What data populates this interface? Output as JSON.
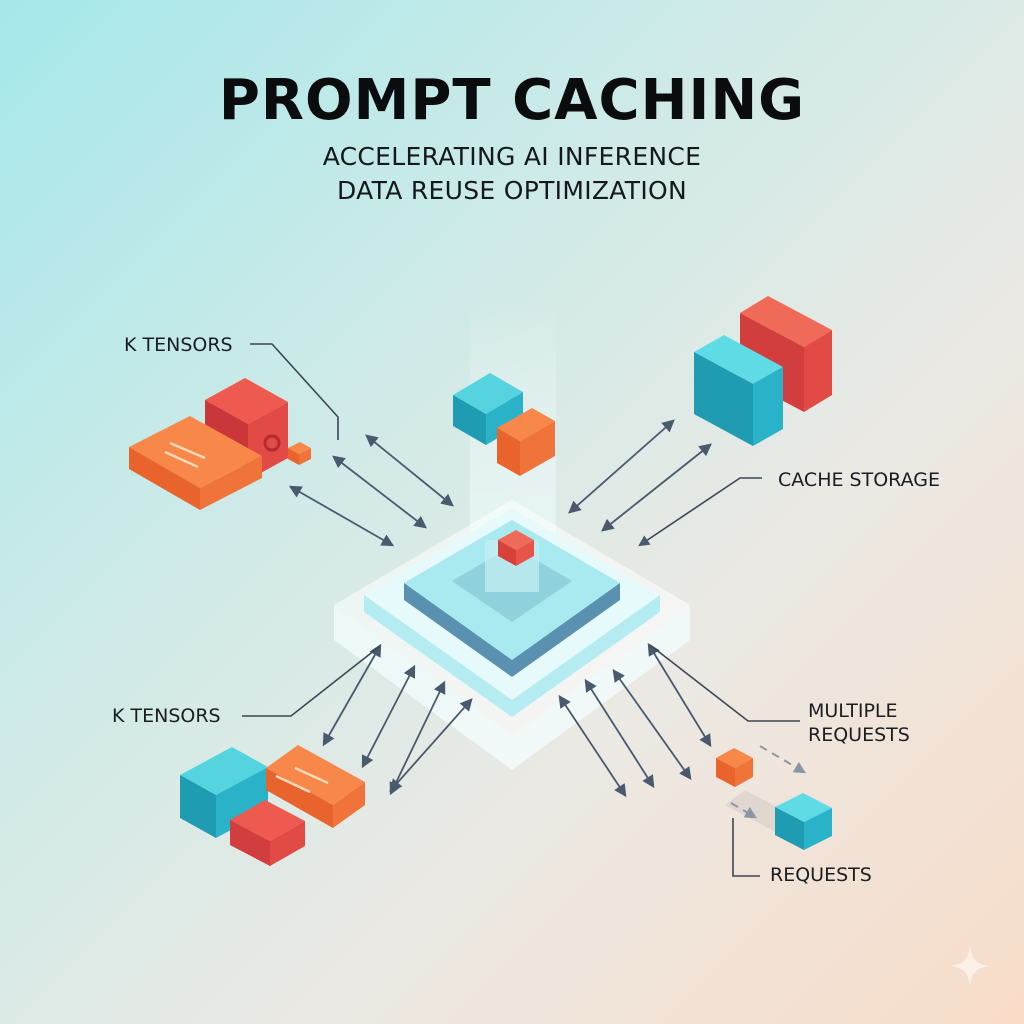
{
  "header": {
    "title": "PROMPT CACHING",
    "subtitle_line1": "ACCELERATING AI INFERENCE",
    "subtitle_line2": "DATA REUSE OPTIMIZATION"
  },
  "labels": {
    "k_tensors_top": "K TENSORS",
    "cache_storage": "CACHE STORAGE",
    "k_tensors_bottom": "K TENSORS",
    "multiple_requests_line1": "MULTIPLE",
    "multiple_requests_line2": "REQUESTS",
    "requests": "REQUESTS"
  },
  "colors": {
    "teal": "#2ab3c8",
    "red": "#e24a45",
    "orange": "#f0743a",
    "arrow": "#4a5a6e",
    "platform": "#8fdde6"
  },
  "icons": {
    "corner_mark": "sparkle-icon"
  }
}
